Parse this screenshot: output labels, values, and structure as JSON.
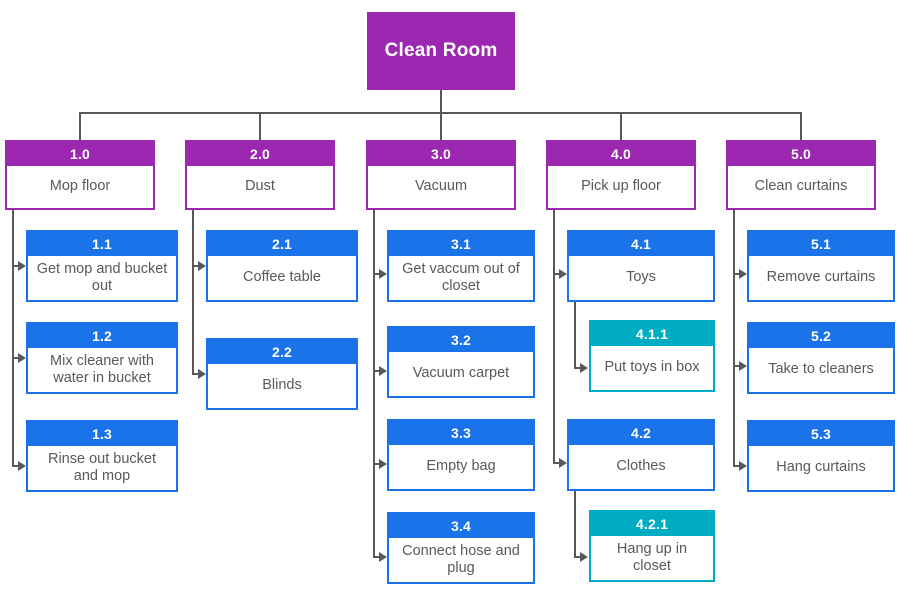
{
  "diagram": {
    "type": "work-breakdown-structure",
    "colors": {
      "level0": "#9C27B0",
      "level1_header": "#9C27B0",
      "level2_header": "#1A73E8",
      "level3_header": "#00ACC1",
      "connector": "#58595b",
      "body_text": "#58595b",
      "background": "#ffffff"
    },
    "root": {
      "label": "Clean Room"
    },
    "branches": [
      {
        "id": "1.0",
        "label": "Mop floor",
        "children": [
          {
            "id": "1.1",
            "label": "Get mop and bucket out",
            "children": []
          },
          {
            "id": "1.2",
            "label": "Mix cleaner with water in bucket",
            "children": []
          },
          {
            "id": "1.3",
            "label": "Rinse out bucket and mop",
            "children": []
          }
        ]
      },
      {
        "id": "2.0",
        "label": "Dust",
        "children": [
          {
            "id": "2.1",
            "label": "Coffee table",
            "children": []
          },
          {
            "id": "2.2",
            "label": "Blinds",
            "children": []
          }
        ]
      },
      {
        "id": "3.0",
        "label": "Vacuum",
        "children": [
          {
            "id": "3.1",
            "label": "Get vaccum out of closet",
            "children": []
          },
          {
            "id": "3.2",
            "label": "Vacuum carpet",
            "children": []
          },
          {
            "id": "3.3",
            "label": "Empty bag",
            "children": []
          },
          {
            "id": "3.4",
            "label": "Connect hose and plug",
            "children": []
          }
        ]
      },
      {
        "id": "4.0",
        "label": "Pick up floor",
        "children": [
          {
            "id": "4.1",
            "label": "Toys",
            "children": [
              {
                "id": "4.1.1",
                "label": "Put toys in box"
              }
            ]
          },
          {
            "id": "4.2",
            "label": "Clothes",
            "children": [
              {
                "id": "4.2.1",
                "label": "Hang up in closet"
              }
            ]
          }
        ]
      },
      {
        "id": "5.0",
        "label": "Clean curtains",
        "children": [
          {
            "id": "5.1",
            "label": "Remove curtains",
            "children": []
          },
          {
            "id": "5.2",
            "label": "Take to cleaners",
            "children": []
          },
          {
            "id": "5.3",
            "label": "Hang curtains",
            "children": []
          }
        ]
      }
    ]
  }
}
